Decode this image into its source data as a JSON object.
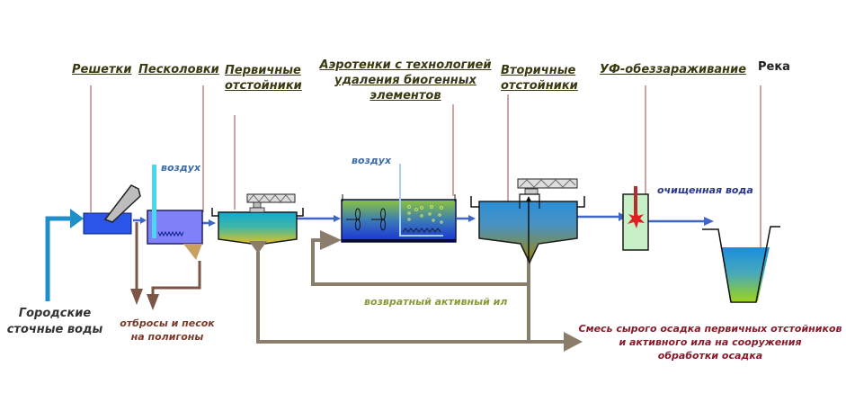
{
  "stages": [
    {
      "id": "screens",
      "label": "Решетки"
    },
    {
      "id": "sand-traps",
      "label": "Песколовки"
    },
    {
      "id": "primary-clarifiers",
      "label_lines": [
        "Первичные",
        "отстойники"
      ]
    },
    {
      "id": "aeration-tanks",
      "label_lines": [
        "Аэротенки с технологией",
        "удаления биогенных",
        "элементов"
      ]
    },
    {
      "id": "secondary-clarifiers",
      "label_lines": [
        "Вторичные",
        "отстойники"
      ]
    },
    {
      "id": "uv-disinfection",
      "label": "УФ-обеззараживание"
    },
    {
      "id": "river",
      "label": "Река"
    }
  ],
  "annotations": {
    "air_sand_trap": "воздух",
    "air_aeration": "воздух",
    "treated_water": "очищенная вода",
    "inflow_lines": [
      "Городские",
      "сточные воды"
    ],
    "waste_lines": [
      "отбросы и песок",
      "на полигоны"
    ],
    "return_sludge": "возвратный активный ил",
    "sludge_mix_lines": [
      "Смесь сырого осадка первичных  отстойников",
      "и активного ила на сооружения",
      "обработки осадка"
    ]
  },
  "colors": {
    "flow_arrow": "#3f66c8",
    "inflow_arrow": "#1f8fc8",
    "sludge_line": "#8b7d6b",
    "waste_line": "#7b5545",
    "leader_line": "#9a4a4a",
    "air_pipe": "#4ad8f0",
    "title_text": "#3a3a12"
  }
}
